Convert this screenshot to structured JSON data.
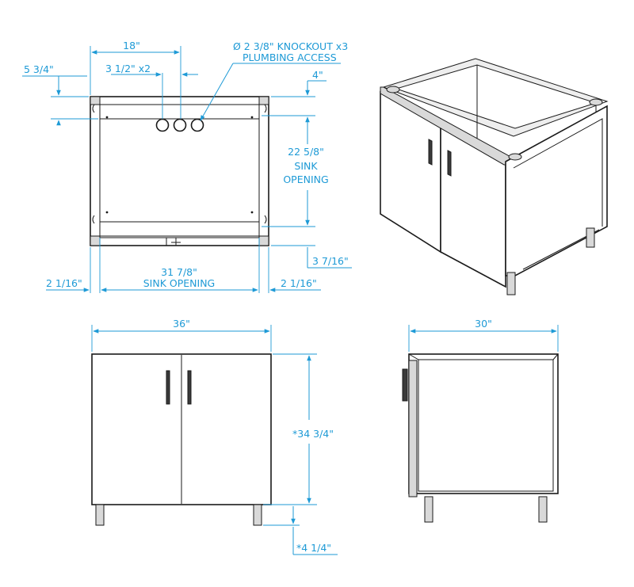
{
  "top_view": {
    "width": "18\"",
    "knockout_spacing": "3 1/2\"  x2",
    "knockout_spec": "Ø 2 3/8\"  KNOCKOUT x3",
    "plumbing": "PLUMBING ACCESS",
    "left_offset": "5 3/4\"",
    "right_top": "4\"",
    "sink_depth": "22 5/8\"",
    "sink_depth_label1": "SINK",
    "sink_depth_label2": "OPENING",
    "bottom_right": "3 7/16\"",
    "sink_width": "31 7/8\"",
    "sink_width_label": "SINK OPENING",
    "side_left": "2 1/16\"",
    "side_right": "2 1/16\""
  },
  "front_view": {
    "width": "36\"",
    "height": "*34 3/4\"",
    "leg": "*4 1/4\""
  },
  "side_view": {
    "depth": "30\""
  },
  "colors": {
    "dimension": "#1e9ad6",
    "outline": "#1a1a1a"
  }
}
